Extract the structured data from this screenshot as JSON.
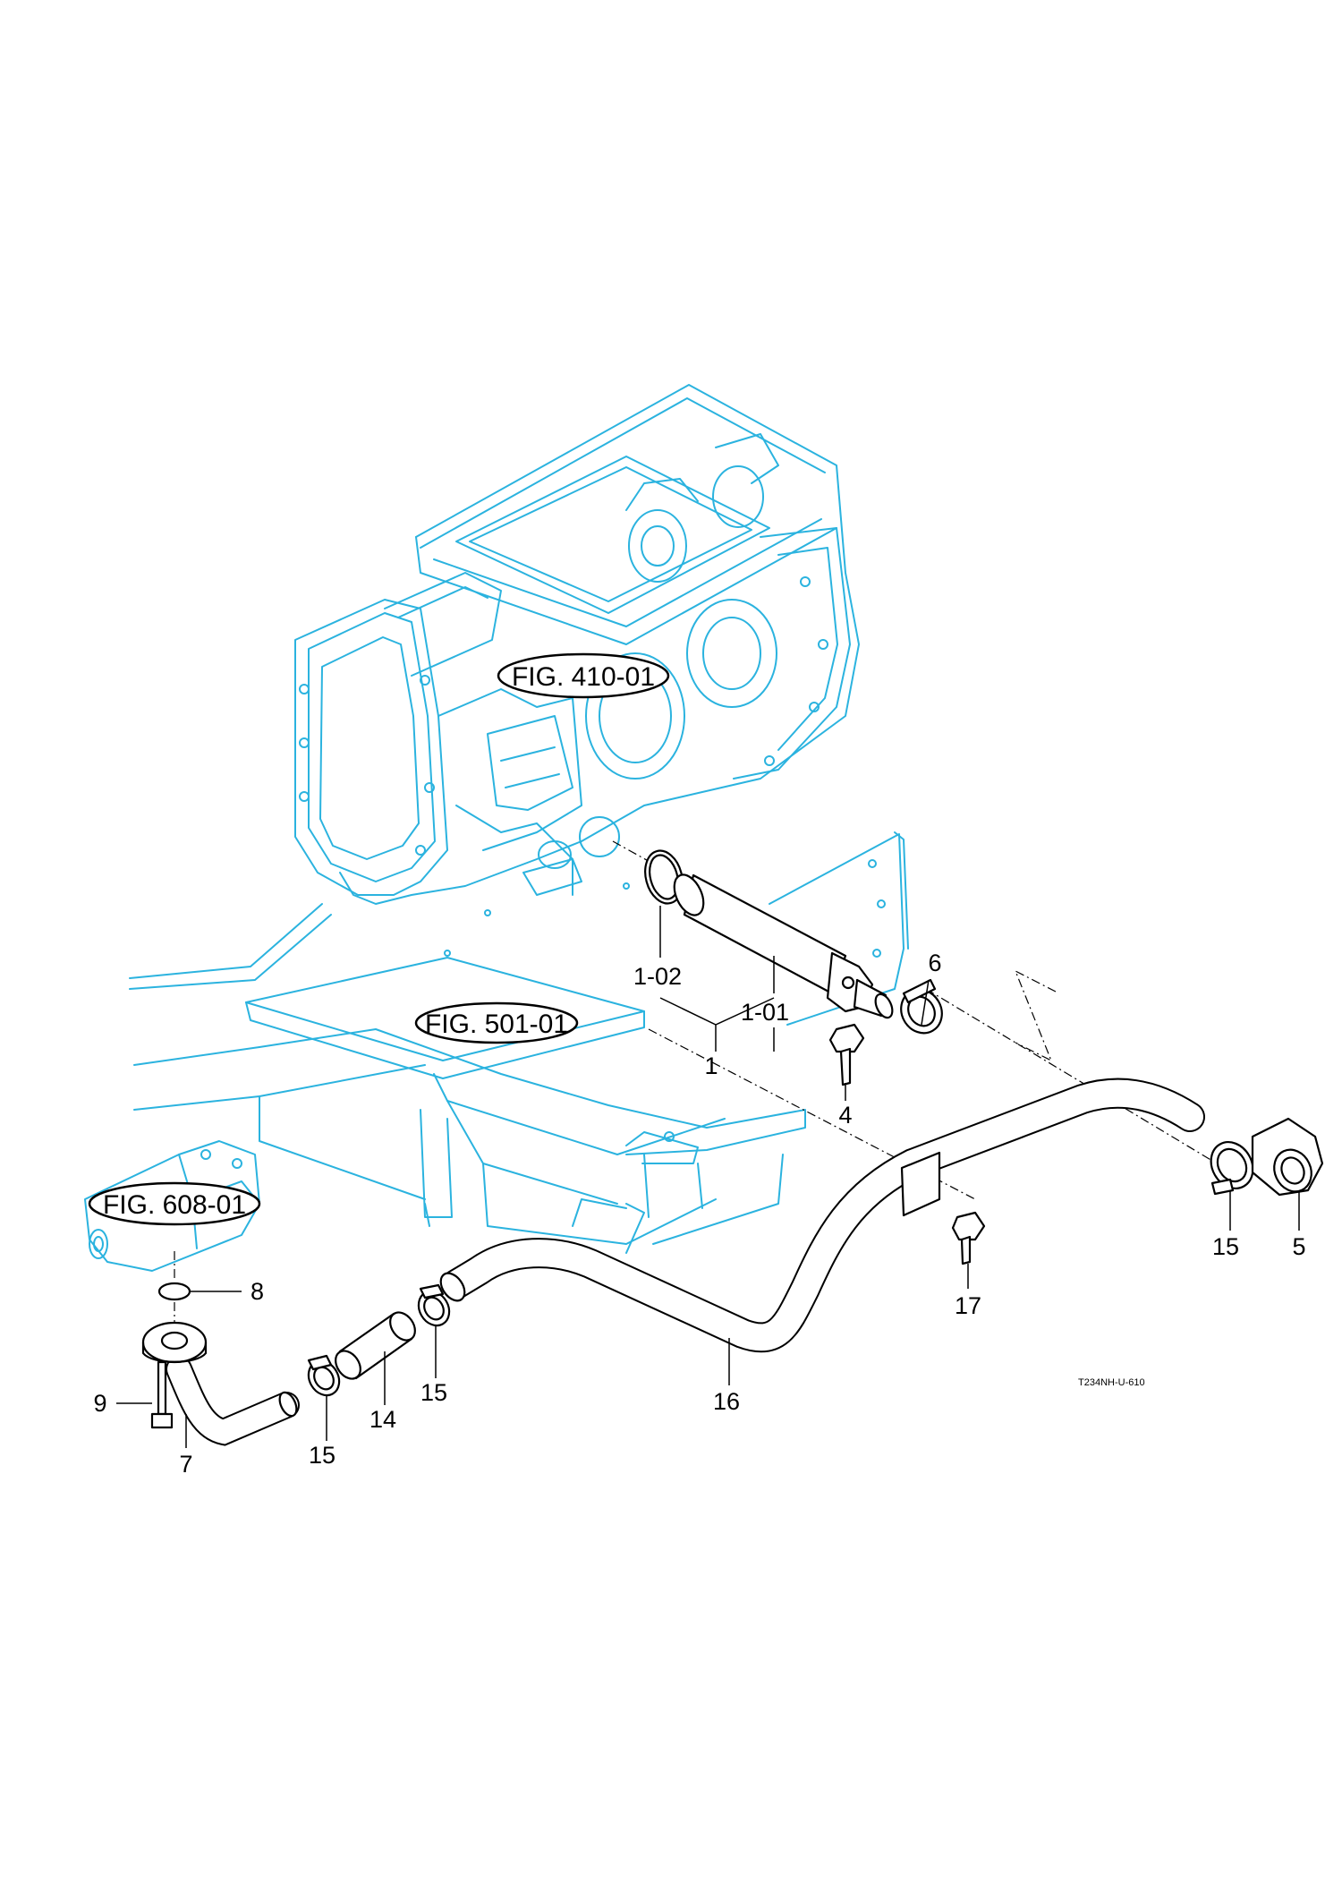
{
  "figure_refs": {
    "fig_410": "FIG. 410-01",
    "fig_501": "FIG. 501-01",
    "fig_608": "FIG. 608-01"
  },
  "callouts": {
    "c1": "1",
    "c1_01": "1-01",
    "c1_02": "1-02",
    "c4": "4",
    "c5": "5",
    "c6": "6",
    "c7": "7",
    "c8": "8",
    "c9": "9",
    "c14": "14",
    "c15a": "15",
    "c15b": "15",
    "c15c": "15",
    "c16": "16",
    "c17": "17"
  },
  "drawing_code": "T234NH-U-610",
  "colors": {
    "reference_parts": "#2bb3df",
    "parts": "#000000"
  }
}
